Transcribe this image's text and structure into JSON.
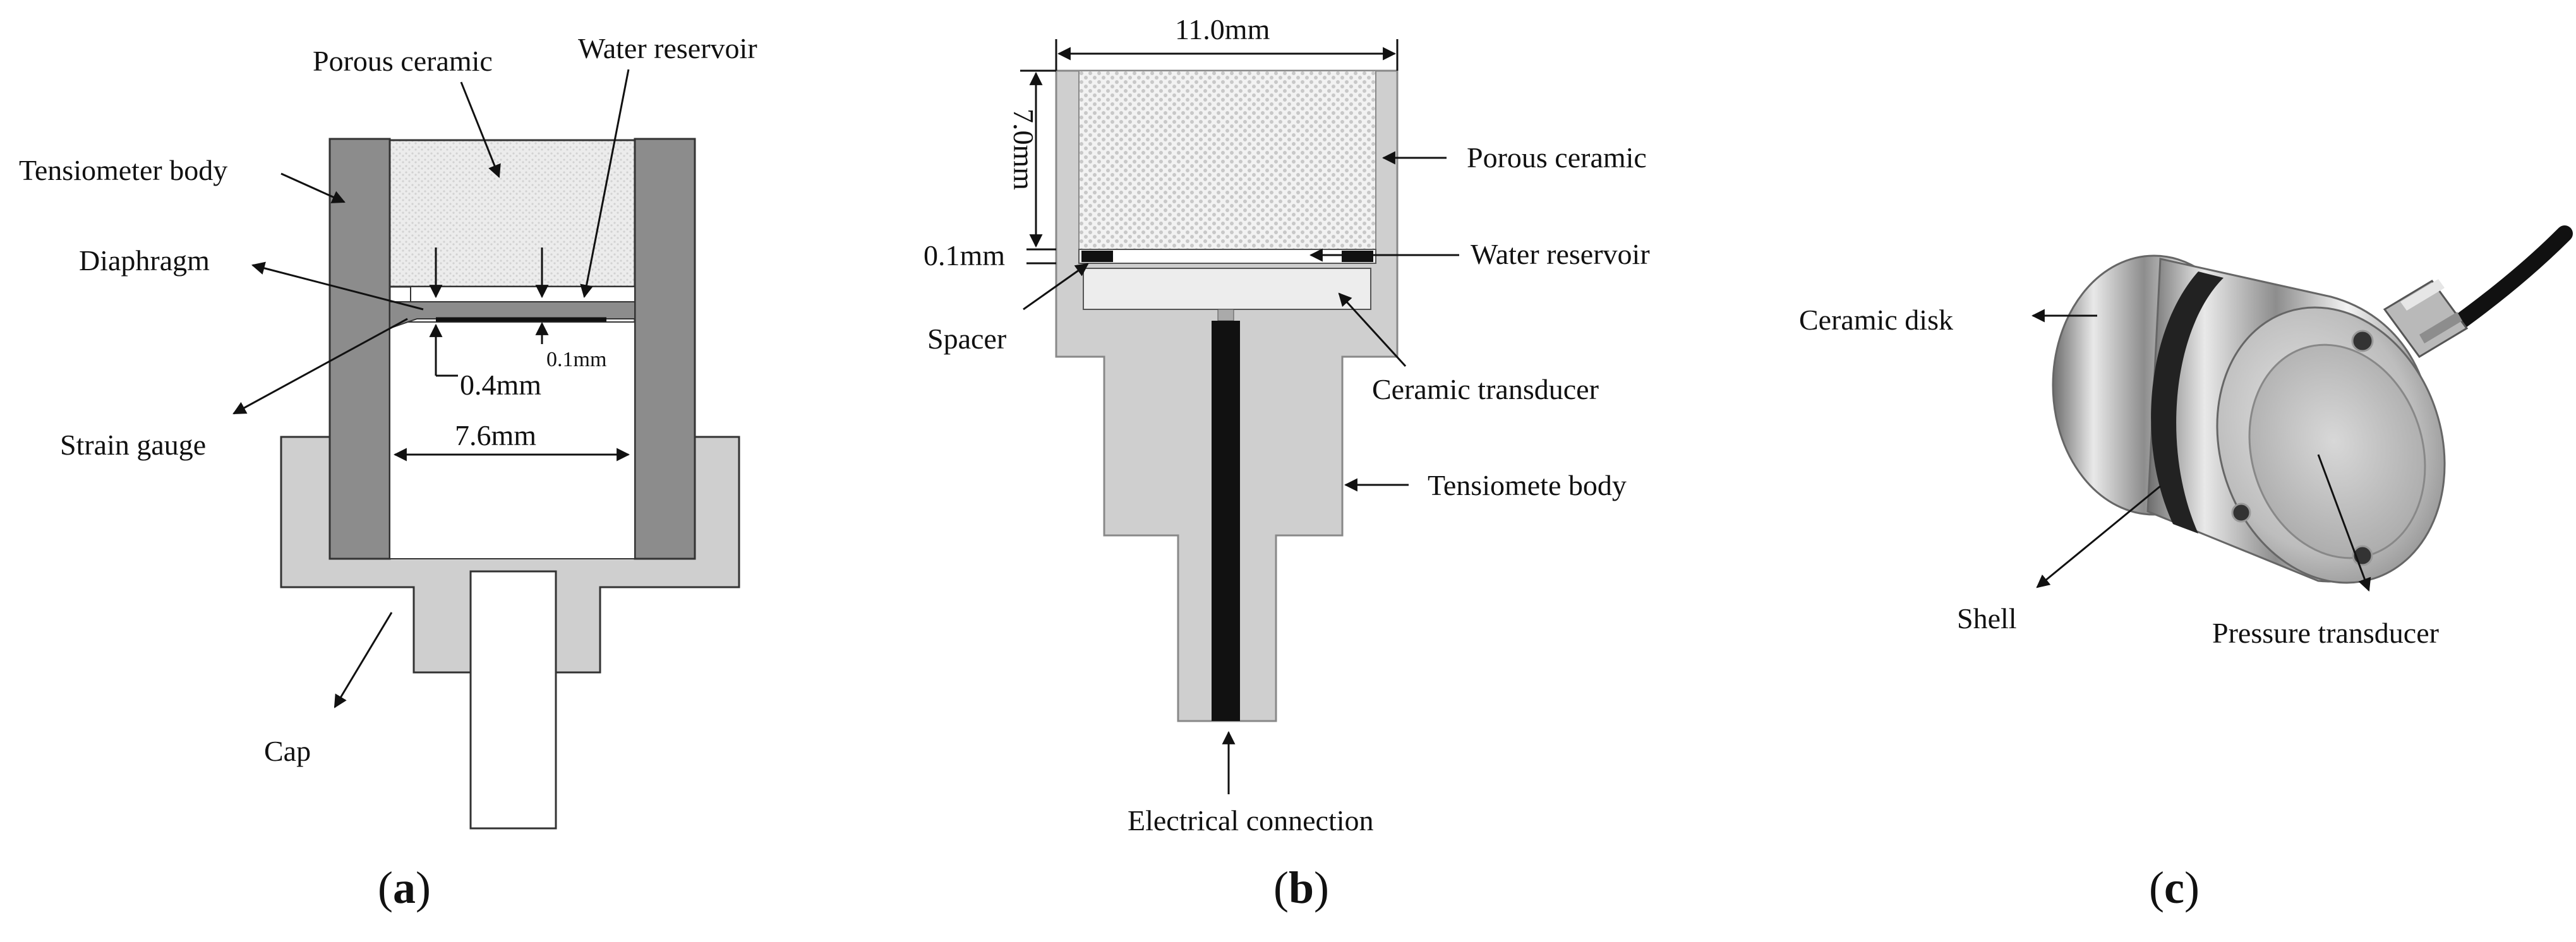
{
  "panel_a": {
    "labels": {
      "porous_ceramic": "Porous ceramic",
      "water_reservoir": "Water reservoir",
      "tensiometer_body": "Tensiometer body",
      "diaphragm": "Diaphragm",
      "strain_gauge": "Strain gauge",
      "cap": "Cap"
    },
    "dims": {
      "gap_small": "0.1mm",
      "gap": "0.4mm",
      "inner_width": "7.6mm"
    },
    "caption": {
      "open": "(",
      "letter": "a",
      "close": ")"
    }
  },
  "panel_b": {
    "labels": {
      "porous_ceramic": "Porous ceramic",
      "water_reservoir": "Water reservoir",
      "spacer": "Spacer",
      "ceramic_transducer": "Ceramic transducer",
      "body": "Tensiomete body",
      "electrical_connection": "Electrical connection"
    },
    "dims": {
      "width": "11.0mm",
      "height": "7.0mm",
      "gap": "0.1mm"
    },
    "caption": {
      "open": "(",
      "letter": "b",
      "close": ")"
    }
  },
  "panel_c": {
    "labels": {
      "ceramic_disk": "Ceramic disk",
      "shell": "Shell",
      "pressure_transducer": "Pressure transducer"
    },
    "caption": {
      "open": "(",
      "letter": "c",
      "close": ")"
    }
  },
  "colors": {
    "dark_wall": "#8c8c8c",
    "light_body": "#cfcfcf",
    "ceramic_fill": "#eeeeee",
    "cable": "#111111"
  }
}
